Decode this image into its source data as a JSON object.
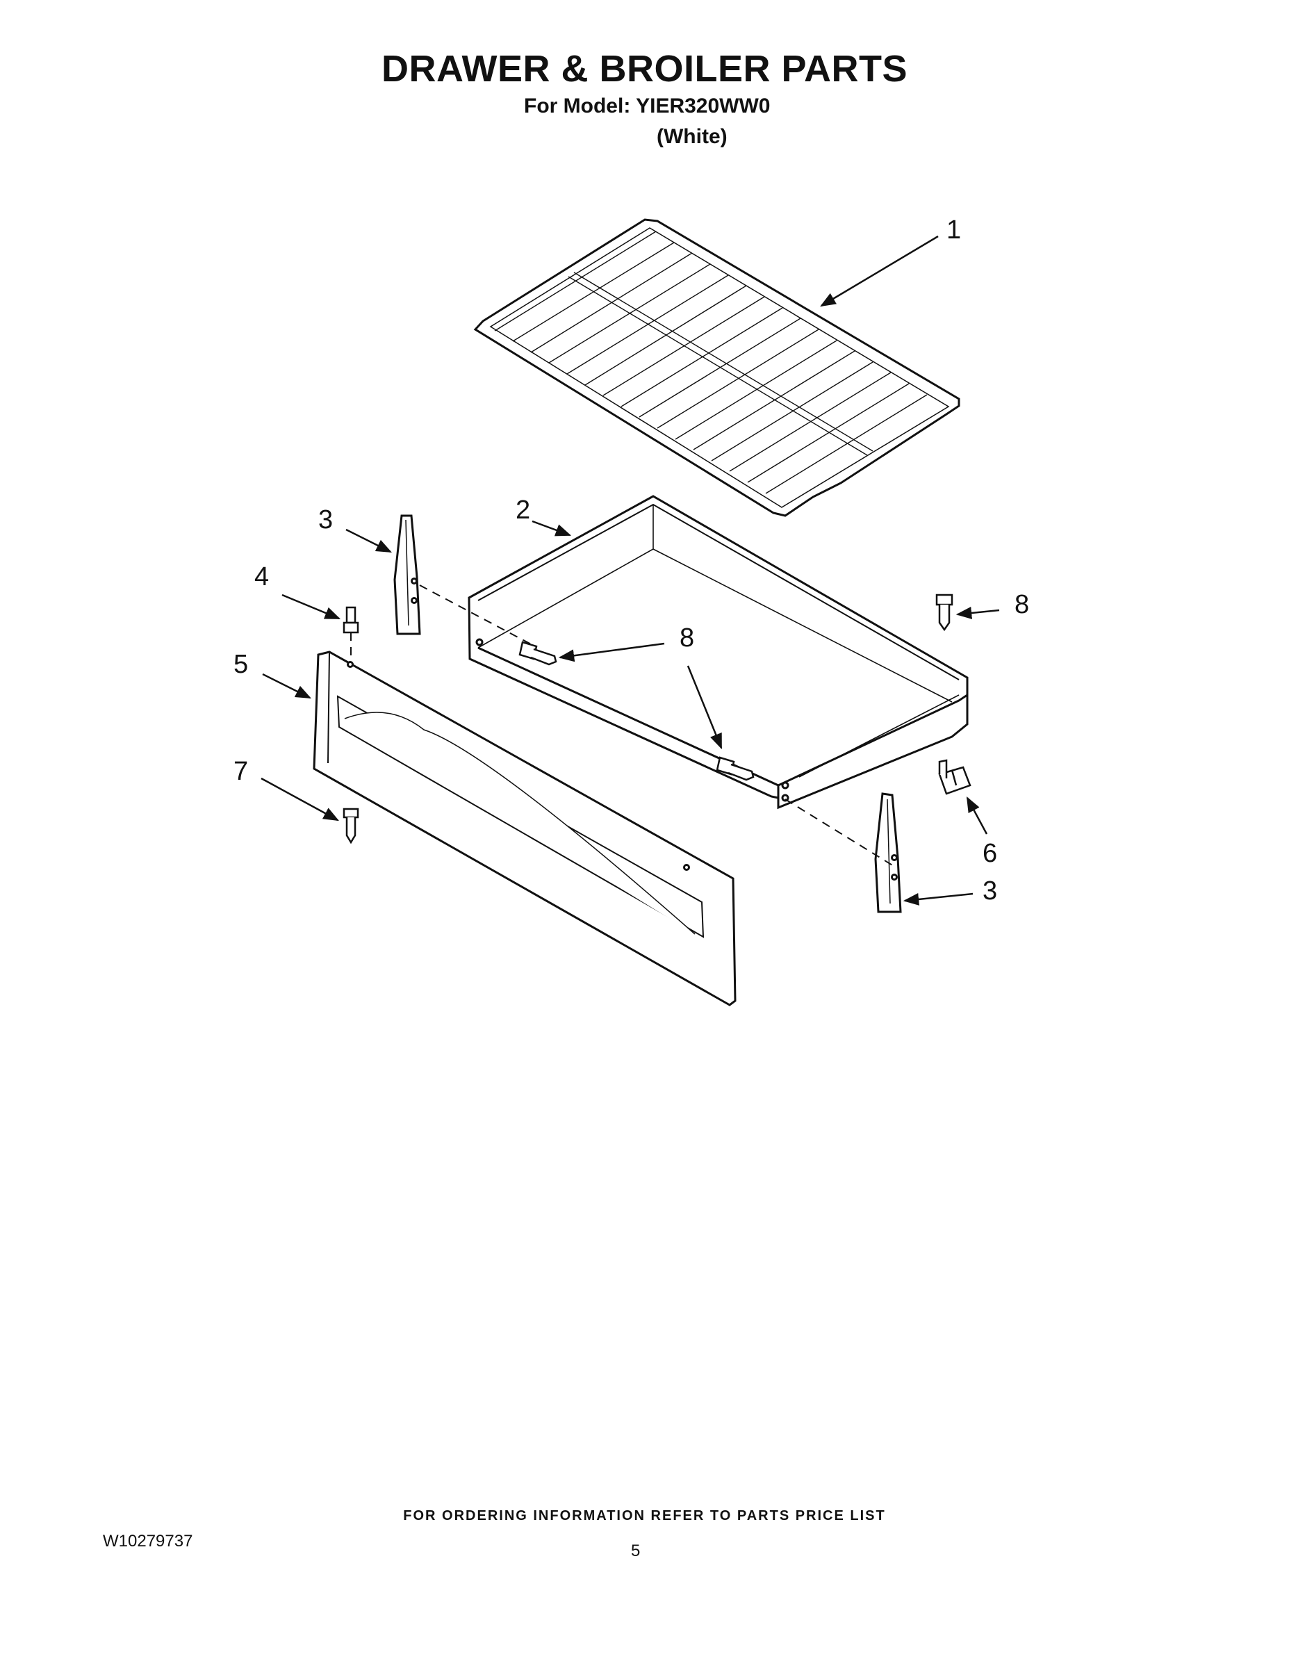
{
  "header": {
    "title": "DRAWER & BROILER PARTS",
    "model_line": "For Model: YIER320WW0",
    "color_line": "(White)"
  },
  "callouts": {
    "c1": "1",
    "c2": "2",
    "c3_left": "3",
    "c3_right": "3",
    "c4": "4",
    "c5": "5",
    "c6": "6",
    "c7": "7",
    "c8_right": "8",
    "c8_mid": "8"
  },
  "footer": {
    "ordering_note": "FOR ORDERING INFORMATION REFER TO PARTS PRICE LIST",
    "document_number": "W10279737",
    "page_number": "5"
  }
}
